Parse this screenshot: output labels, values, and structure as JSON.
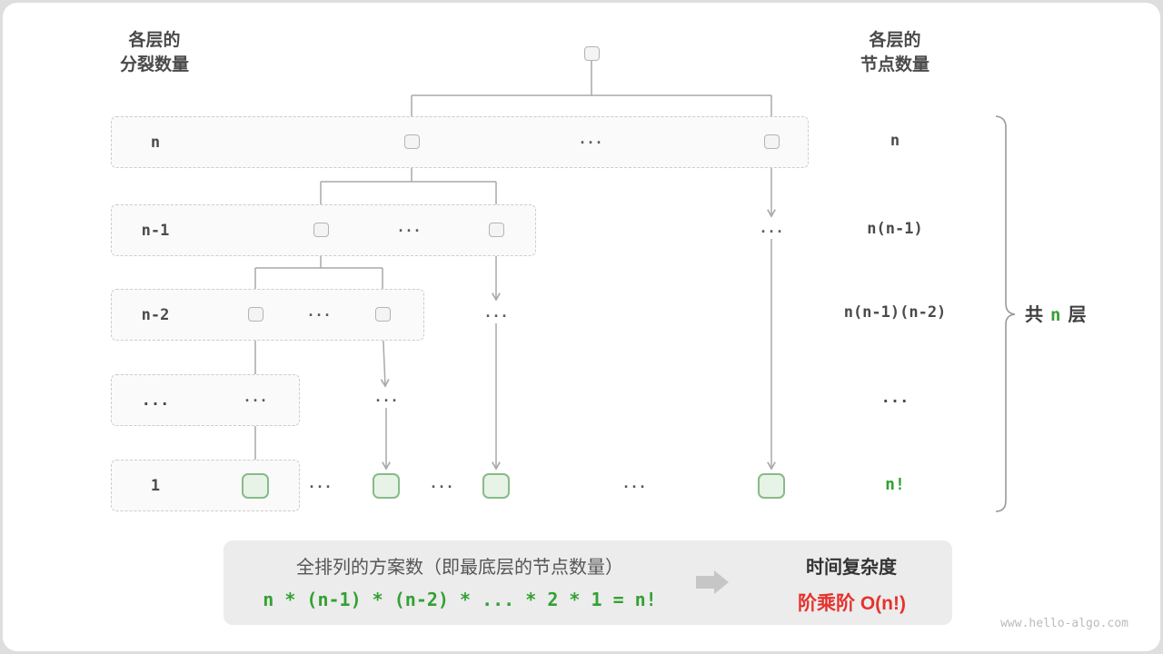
{
  "headers": {
    "left_line1": "各层的",
    "left_line2": "分裂数量",
    "right_line1": "各层的",
    "right_line2": "节点数量"
  },
  "ellipsis": "...",
  "rows": [
    {
      "split_label": "n",
      "node_count_label": "n"
    },
    {
      "split_label": "n-1",
      "node_count_label": "n(n-1)"
    },
    {
      "split_label": "n-2",
      "node_count_label": "n(n-1)(n-2)"
    },
    {
      "split_label": "...",
      "node_count_label": "..."
    },
    {
      "split_label": "1",
      "node_count_label": "n!"
    }
  ],
  "brace": {
    "prefix": "共",
    "highlight": "n",
    "suffix": "层"
  },
  "summary": {
    "caption": "全排列的方案数（即最底层的节点数量）",
    "formula": "n * (n-1) * (n-2) * ... * 2 * 1 = n!",
    "result_title": "时间复杂度",
    "result_value": "阶乘阶 O(n!)"
  },
  "watermark": "www.hello-algo.com",
  "colors": {
    "green": "#33a133",
    "red": "#e5332e",
    "leaf_fill": "#e8f3e8",
    "leaf_border": "#88bb88",
    "node_fill": "#f4f4f4",
    "node_border": "#b4b4b4",
    "line_gray": "#a9a9a9",
    "summary_bg": "#ececec"
  }
}
